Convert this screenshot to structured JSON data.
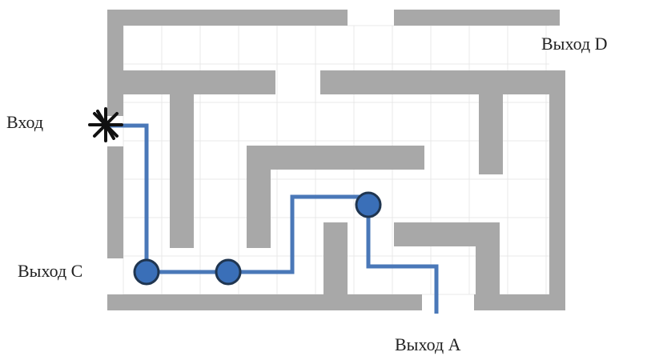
{
  "labels": {
    "entry": "Вход",
    "exit_c": "Выход C",
    "exit_d": "Выход D",
    "exit_a": "Выход A"
  },
  "colors": {
    "wall": "#a8a8a8",
    "grid": "#e8e8e8",
    "path": "#4a78b8",
    "node_fill": "#3a6fb8",
    "node_stroke": "#1f3550",
    "entry_marker": "#111111"
  },
  "icons": {
    "entry_marker": "asterisk-icon"
  }
}
